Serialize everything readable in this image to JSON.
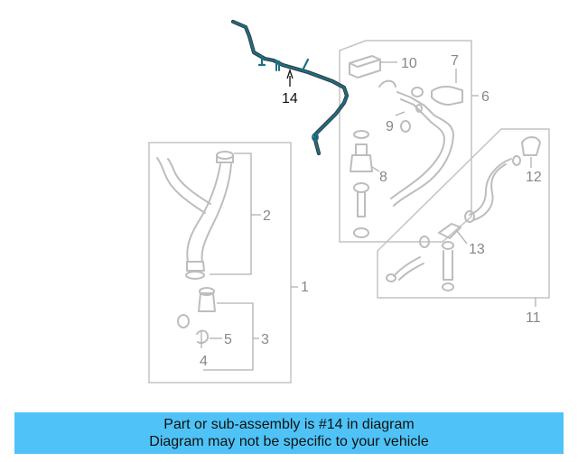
{
  "colors": {
    "highlight": "#1a6f86",
    "part_stroke": "#bdbdbd",
    "box_stroke": "#c4c4c4",
    "label": "#888888",
    "banner_bg": "#4fc3f7"
  },
  "callouts": {
    "c1": "1",
    "c2": "2",
    "c3": "3",
    "c4": "4",
    "c5": "5",
    "c6": "6",
    "c7": "7",
    "c8": "8",
    "c9": "9",
    "c10": "10",
    "c11": "11",
    "c12": "12",
    "c13": "13",
    "c14": "14"
  },
  "banner": {
    "line1": "Part or sub-assembly is #14 in diagram",
    "line2": "Diagram may not be specific to your vehicle"
  }
}
